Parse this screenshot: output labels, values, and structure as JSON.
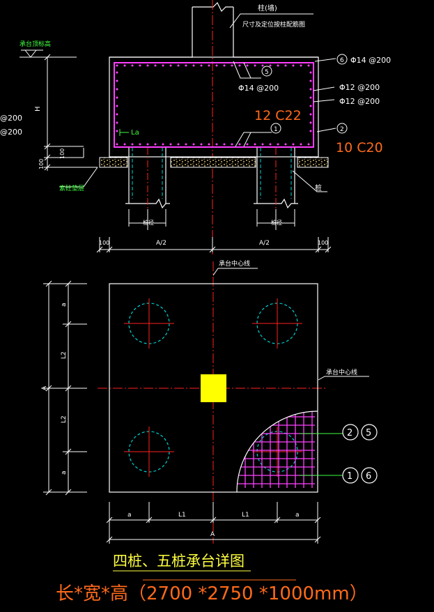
{
  "colors": {
    "background": "#000000",
    "outline": "#ffffff",
    "rebar": "#ff40ff",
    "centerline": "#ff2020",
    "pile": "#00d0d0",
    "annotation_orange": "#ff6a1a",
    "title_yellow": "#ffff40",
    "label_green": "#40ff40",
    "column_fill": "#ffff00",
    "gravel": "#c8b070"
  },
  "elevation": {
    "column_label": "柱(墙)",
    "column_note": "尺寸及定位按柱配筋图",
    "top_elev_label": "承台顶标高",
    "height_label": "H",
    "dim_100_a": "100",
    "dim_100_b": "100",
    "partial_rebar_1": "@200",
    "partial_rebar_2": "@200",
    "rebar_5_spec": "Φ14 @200",
    "rebar_6_spec": "Φ14 @200",
    "rebar_side_1": "Φ12 @200",
    "rebar_side_2": "Φ12 @200",
    "anchor_label": "La",
    "bottom_rebar_orange": "12 C22",
    "side_rebar_orange": "10 C20",
    "cushion_label": "素砼垫层",
    "pile_label": "桩",
    "pile_dia_left": "桩径",
    "pile_dia_right": "桩径",
    "dim_left_edge": "100",
    "dim_half_left": "A/2",
    "dim_half_right": "A/2",
    "dim_right_edge": "100",
    "marker_1": "1",
    "marker_2": "2",
    "marker_5": "5",
    "marker_6": "6"
  },
  "plan": {
    "centerline_top": "承台中心线",
    "centerline_right": "承台中心线",
    "dim_v_a_top": "a",
    "dim_v_l2_top": "L2",
    "dim_v_l2_bottom": "L2",
    "dim_v_a_bottom": "a",
    "dim_v_total": "A",
    "dim_h_a_left": "a",
    "dim_h_l1_left": "L1",
    "dim_h_l1_right": "L1",
    "dim_h_a_right": "a",
    "dim_h_total": "A",
    "marker_2": "2",
    "marker_5": "5",
    "marker_1": "1",
    "marker_6": "6"
  },
  "title": {
    "main": "四桩、五桩承台详图",
    "size": "长*宽*高（2700 *2750 *1000mm）"
  }
}
